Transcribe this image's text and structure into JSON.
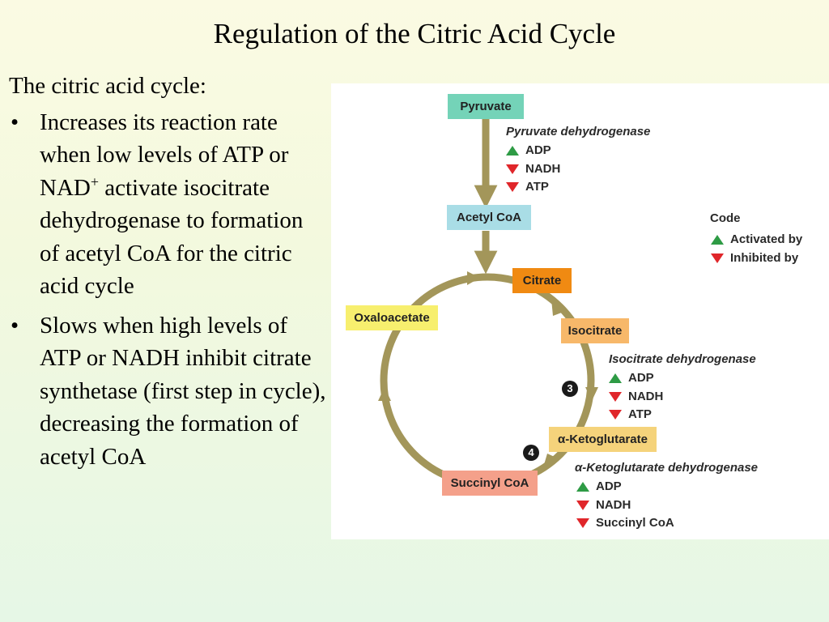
{
  "slide": {
    "title": "Regulation of the Citric Acid Cycle",
    "intro": "The citric acid cycle:",
    "bullets": [
      {
        "pre": "Increases its reaction rate when low levels of ATP or NAD",
        "sup": "+",
        "post": " activate isocitrate dehydrogenase to formation of acetyl CoA for the citric acid cycle"
      },
      {
        "text": "Slows when high levels of ATP or NADH inhibit citrate synthetase (first step in cycle), decreasing the formation of acetyl CoA"
      }
    ],
    "bullet_glyph": "•"
  },
  "diagram": {
    "nodes": {
      "pyruvate": "Pyruvate",
      "acetyl_coa": "Acetyl CoA",
      "citrate": "Citrate",
      "isocitrate": "Isocitrate",
      "ketoglutarate": "α-Ketoglutarate",
      "succinyl_coa": "Succinyl CoA",
      "oxaloacetate": "Oxaloacetate"
    },
    "enzymes": [
      {
        "name": "Pyruvate dehydrogenase",
        "regulators": [
          {
            "label": "ADP",
            "effect": "activated"
          },
          {
            "label": "NADH",
            "effect": "inhibited"
          },
          {
            "label": "ATP",
            "effect": "inhibited"
          }
        ]
      },
      {
        "name": "Isocitrate dehydrogenase",
        "step": "3",
        "regulators": [
          {
            "label": "ADP",
            "effect": "activated"
          },
          {
            "label": "NADH",
            "effect": "inhibited"
          },
          {
            "label": "ATP",
            "effect": "inhibited"
          }
        ]
      },
      {
        "name": "α-Ketoglutarate dehydrogenase",
        "step": "4",
        "regulators": [
          {
            "label": "ADP",
            "effect": "activated"
          },
          {
            "label": "NADH",
            "effect": "inhibited"
          },
          {
            "label": "Succinyl CoA",
            "effect": "inhibited"
          }
        ]
      }
    ],
    "legend": {
      "title": "Code",
      "activated": "Activated by",
      "inhibited": "Inhibited by"
    },
    "colors": {
      "pyruvate": "#74d3b8",
      "acetyl_coa": "#a9dde6",
      "citrate": "#f08a12",
      "isocitrate": "#f7b86a",
      "ketoglutarate": "#f5d37b",
      "succinyl_coa": "#f4a08a",
      "oxaloacetate": "#f7ef6e",
      "arrow": "#a3965a",
      "activated": "#2e9b45",
      "inhibited": "#e0262a"
    }
  }
}
